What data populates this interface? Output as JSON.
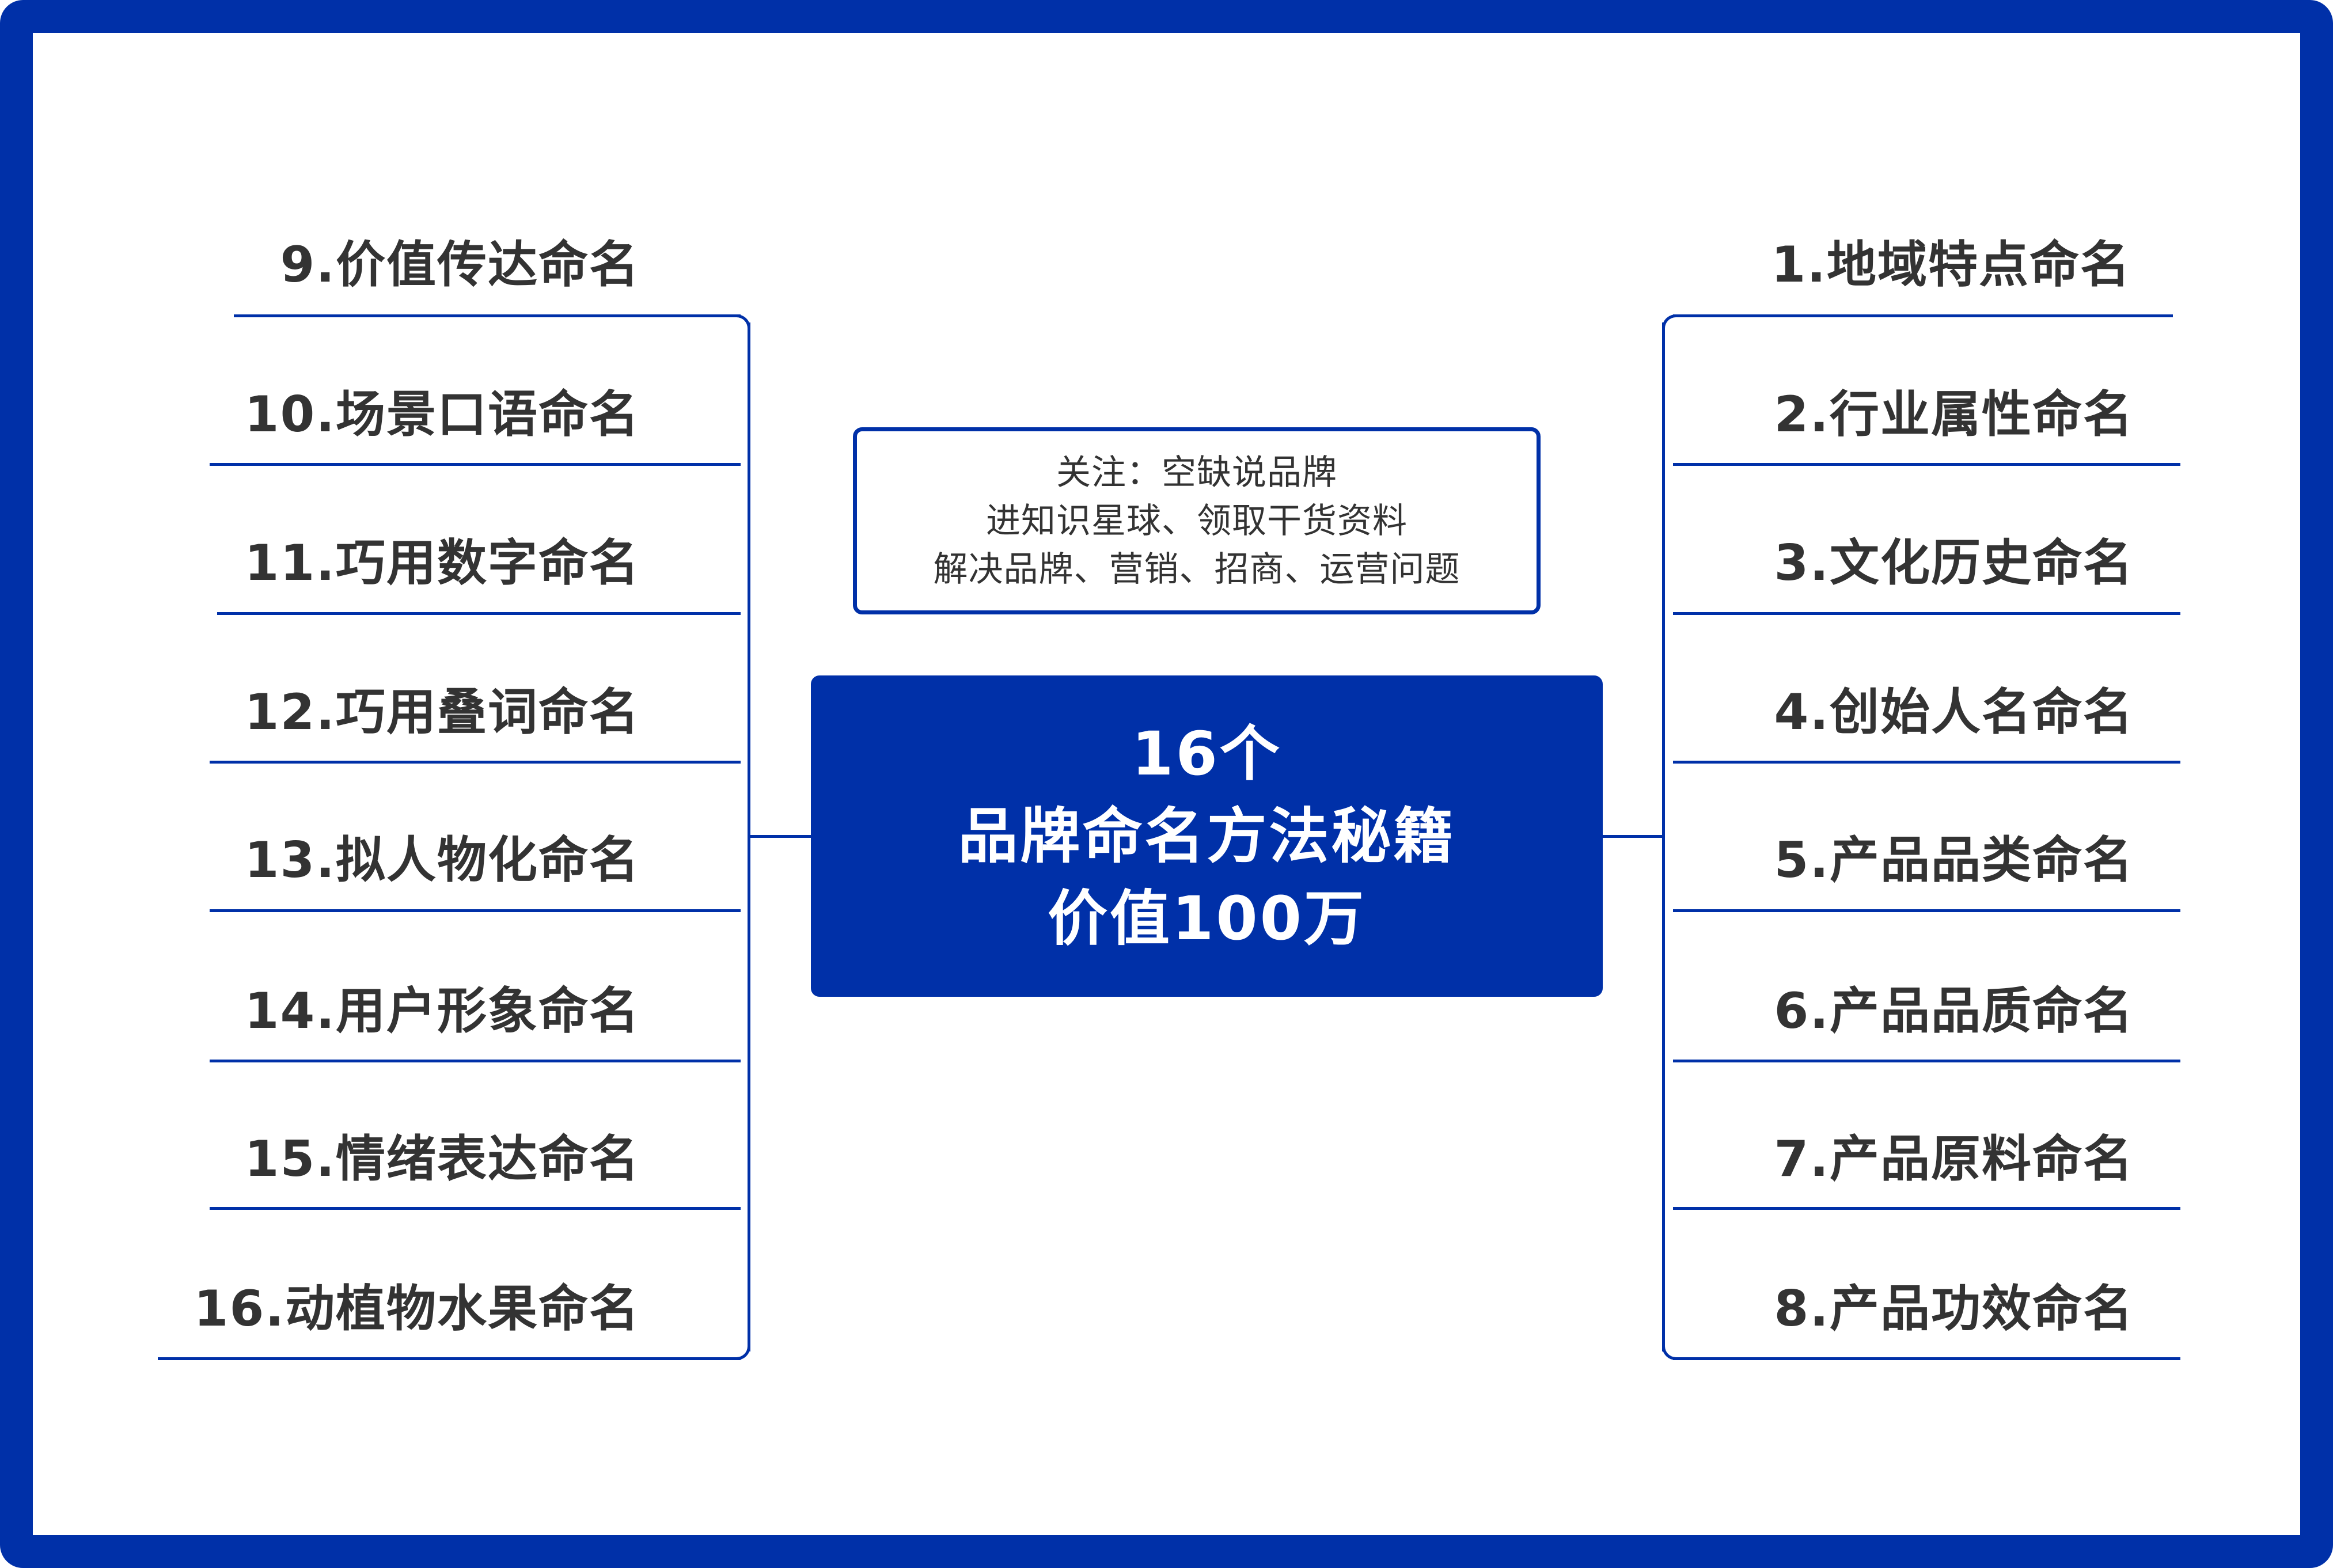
{
  "diagram": {
    "type": "mind-map",
    "colors": {
      "accent": "#0030a8",
      "text": "#333333",
      "background": "#ffffff",
      "center_text": "#ffffff"
    },
    "center": {
      "lines": [
        "16个",
        "品牌命名方法秘籍",
        "价值100万"
      ]
    },
    "note": {
      "lines": [
        "关注：空缺说品牌",
        "进知识星球、领取干货资料",
        "解决品牌、营销、招商、运营问题"
      ]
    },
    "right_branches": [
      {
        "label": "1.地域特点命名"
      },
      {
        "label": "2.行业属性命名"
      },
      {
        "label": "3.文化历史命名"
      },
      {
        "label": "4.创始人名命名"
      },
      {
        "label": "5.产品品类命名"
      },
      {
        "label": "6.产品品质命名"
      },
      {
        "label": "7.产品原料命名"
      },
      {
        "label": "8.产品功效命名"
      }
    ],
    "left_branches": [
      {
        "label": "9.价值传达命名"
      },
      {
        "label": "10.场景口语命名"
      },
      {
        "label": "11.巧用数字命名"
      },
      {
        "label": "12.巧用叠词命名"
      },
      {
        "label": "13.拟人物化命名"
      },
      {
        "label": "14.用户形象命名"
      },
      {
        "label": "15.情绪表达命名"
      },
      {
        "label": "16.动植物水果命名"
      }
    ]
  }
}
